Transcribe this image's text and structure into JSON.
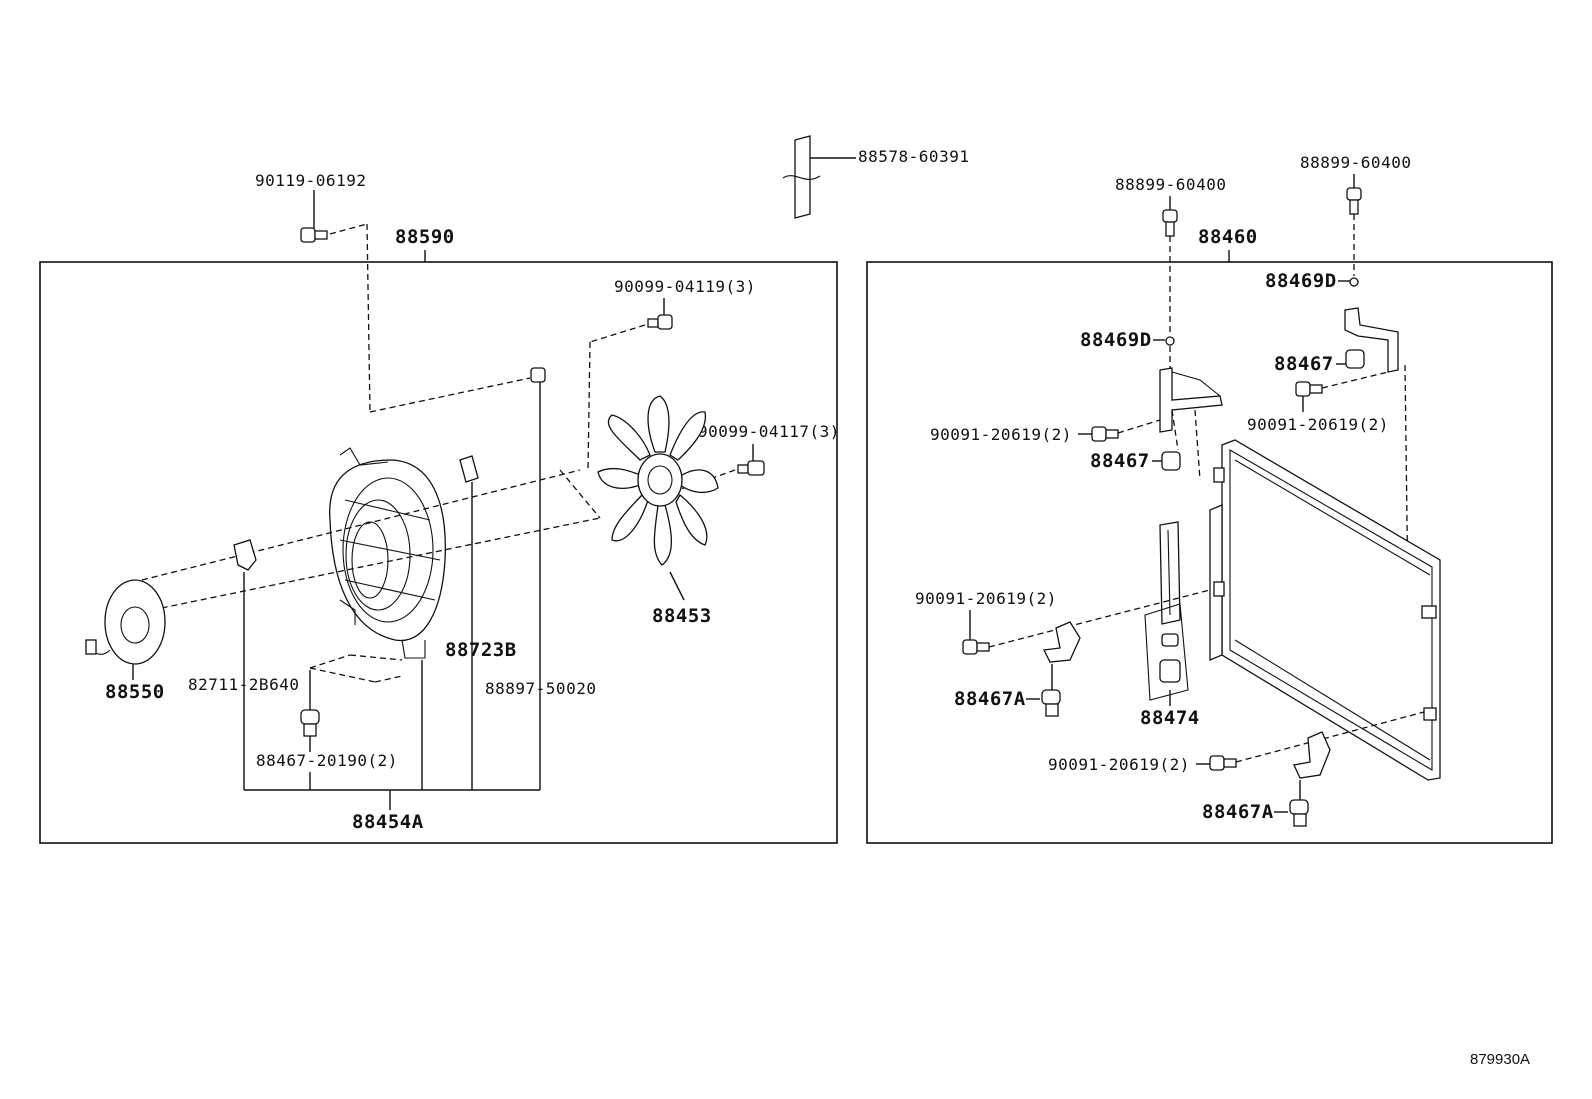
{
  "groups": {
    "fan_assembly": {
      "label": "88590"
    },
    "condenser_assembly": {
      "label": "88460"
    }
  },
  "parts": {
    "p90119_06192": "90119-06192",
    "p88578_60391": "88578-60391",
    "p90099_04119": "90099-04119(3)",
    "p90099_04117": "90099-04117(3)",
    "p88453": "88453",
    "p88723B": "88723B",
    "p88550": "88550",
    "p82711_2B640": "82711-2B640",
    "p88897_50020": "88897-50020",
    "p88467_20190": "88467-20190(2)",
    "p88454A": "88454A",
    "p88899_60400_a": "88899-60400",
    "p88899_60400_b": "88899-60400",
    "p88469D_a": "88469D",
    "p88469D_b": "88469D",
    "p88467_a": "88467",
    "p88467_b": "88467",
    "p90091_20619_a": "90091-20619(2)",
    "p90091_20619_b": "90091-20619(2)",
    "p90091_20619_c": "90091-20619(2)",
    "p90091_20619_d": "90091-20619(2)",
    "p88467A_a": "88467A",
    "p88467A_b": "88467A",
    "p88474": "88474"
  },
  "diagram_ref": "879930A"
}
